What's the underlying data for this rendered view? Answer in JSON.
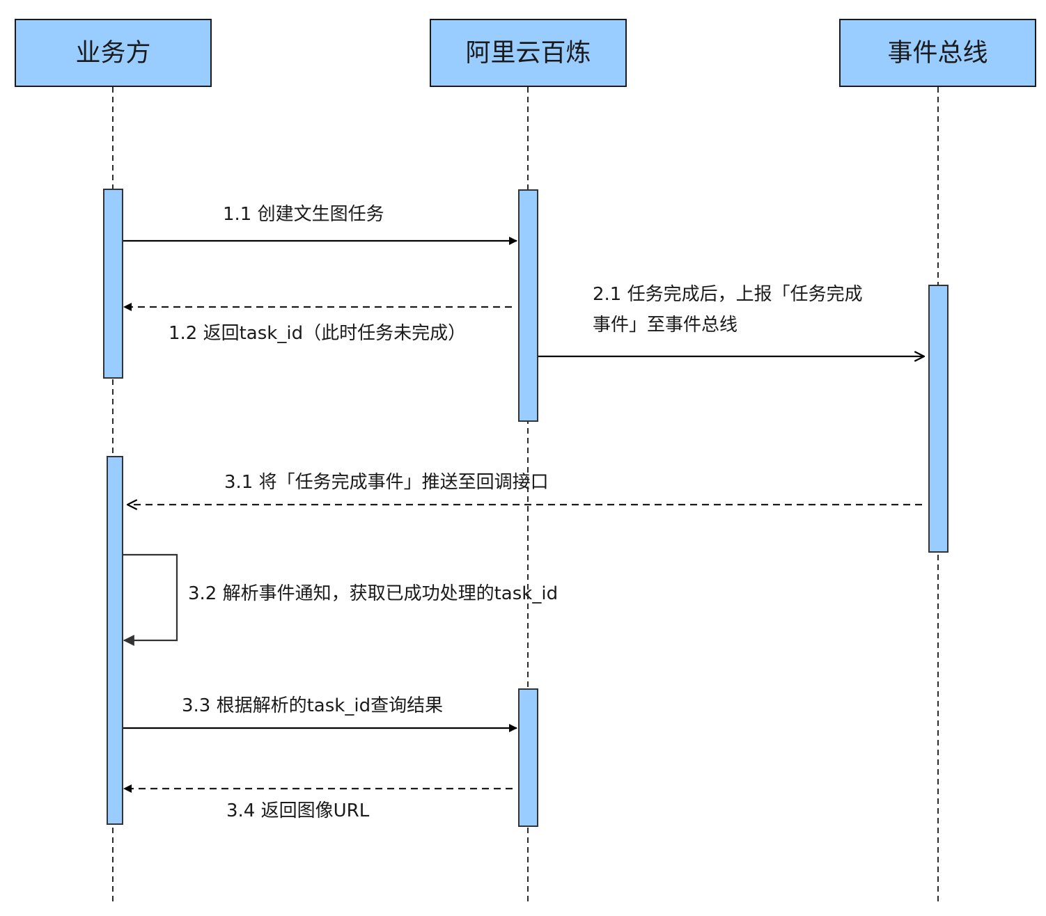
{
  "participants": [
    {
      "id": "business",
      "label": "业务方"
    },
    {
      "id": "bailian",
      "label": "阿里云百炼"
    },
    {
      "id": "eventbus",
      "label": "事件总线"
    }
  ],
  "messages": [
    {
      "id": "m1_1",
      "label": "1.1 创建文生图任务",
      "from": "business",
      "to": "bailian",
      "style": "solid"
    },
    {
      "id": "m1_2",
      "label": "1.2 返回task_id（此时任务未完成）",
      "from": "bailian",
      "to": "business",
      "style": "dashed"
    },
    {
      "id": "m2_1",
      "label_lines": [
        "2.1 任务完成后，上报「任务完成",
        "事件」至事件总线"
      ],
      "from": "bailian",
      "to": "eventbus",
      "style": "solid-open"
    },
    {
      "id": "m3_1",
      "label": "3.1 将「任务完成事件」推送至回调接口",
      "from": "eventbus",
      "to": "business",
      "style": "dashed-open"
    },
    {
      "id": "m3_2",
      "label": "3.2 解析事件通知，获取已成功处理的task_id",
      "from": "business",
      "to": "business",
      "style": "self"
    },
    {
      "id": "m3_3",
      "label": "3.3 根据解析的task_id查询结果",
      "from": "business",
      "to": "bailian",
      "style": "solid"
    },
    {
      "id": "m3_4",
      "label": "3.4 返回图像URL",
      "from": "bailian",
      "to": "business",
      "style": "dashed"
    }
  ],
  "colors": {
    "participant_fill": "#99ccff",
    "activation_fill": "#99ccff",
    "line": "#000000"
  }
}
